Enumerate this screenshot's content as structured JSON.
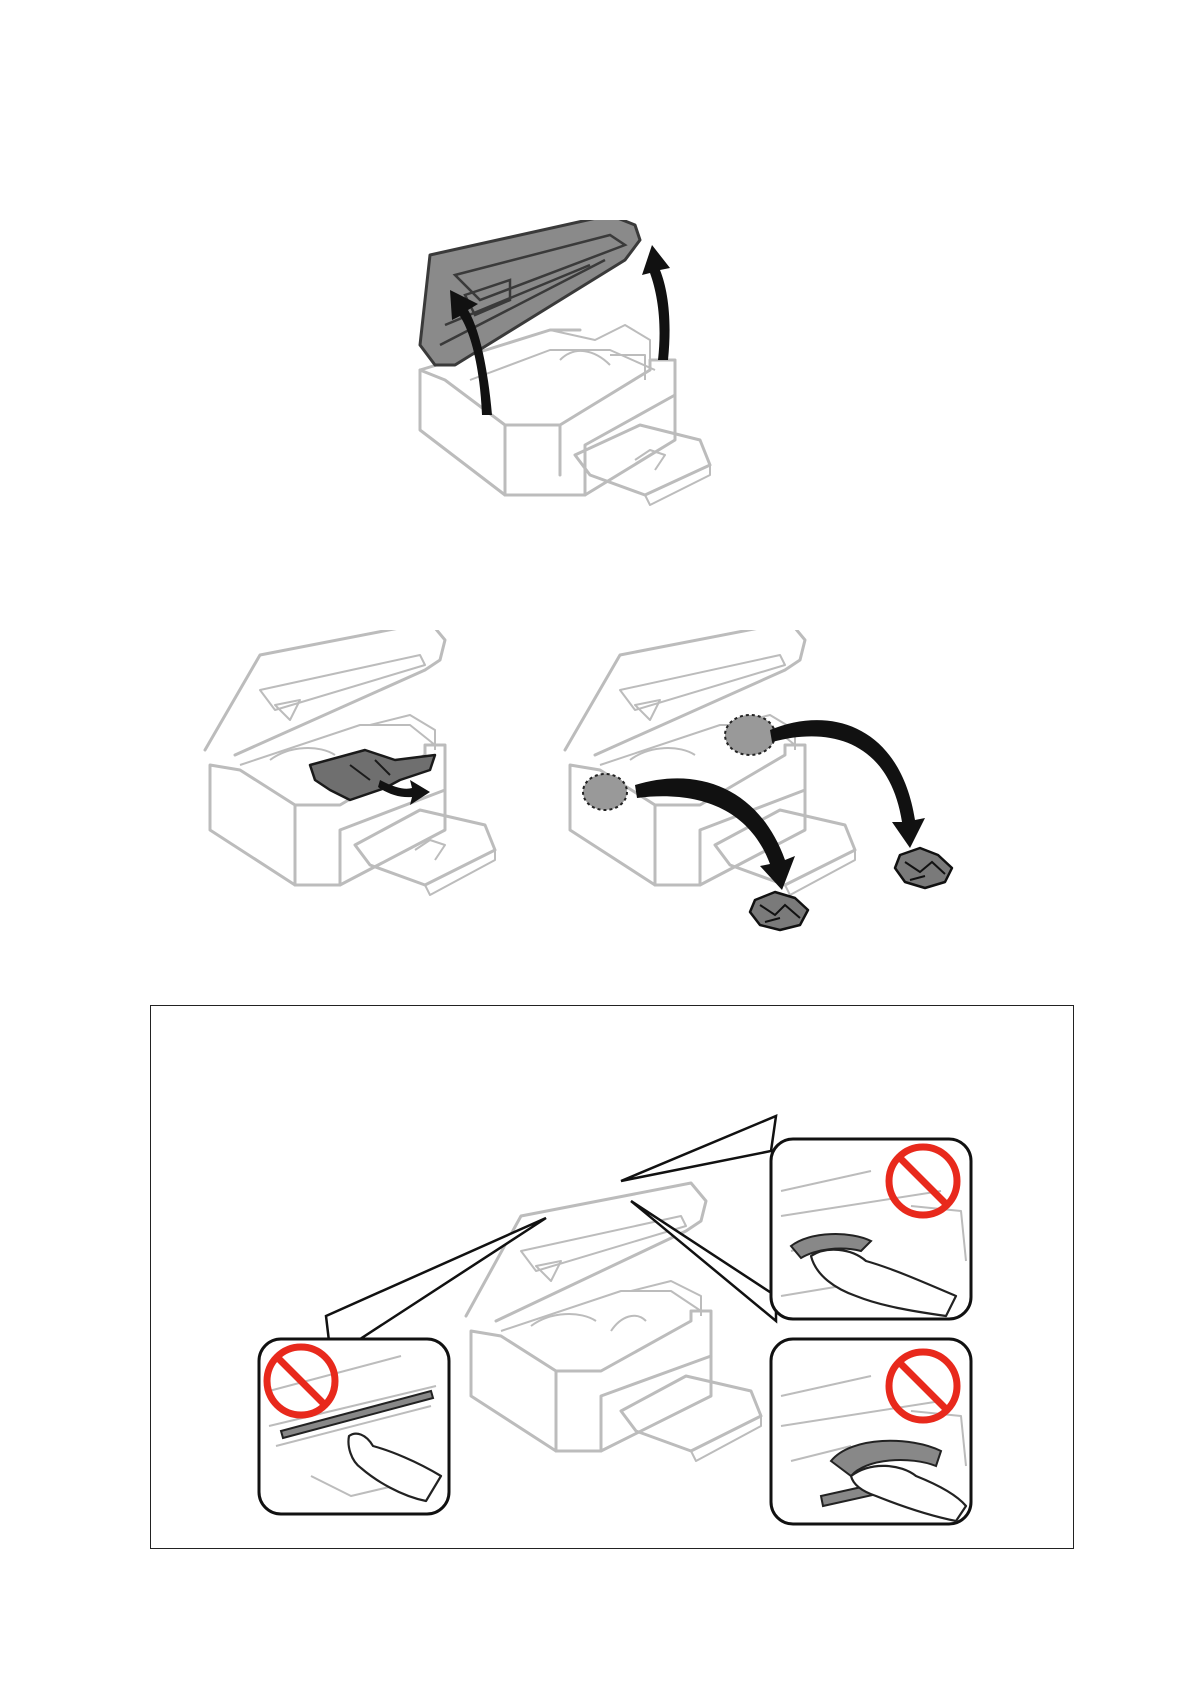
{
  "figures": [
    {
      "id": "open-scanner-unit",
      "icon": "open-scanner-unit-illustration"
    },
    {
      "id": "remove-jammed-sheet",
      "icon": "remove-jammed-sheet-illustration"
    },
    {
      "id": "remove-torn-pieces",
      "icon": "remove-torn-pieces-illustration"
    }
  ],
  "caution": {
    "icon": "caution-do-not-touch-illustration",
    "prohibited_parts": [
      "flat-white-cable",
      "translucent-part",
      "ink-tubes"
    ],
    "colors": {
      "prohibition_sign": "#e8291c",
      "border": "#222222"
    }
  }
}
